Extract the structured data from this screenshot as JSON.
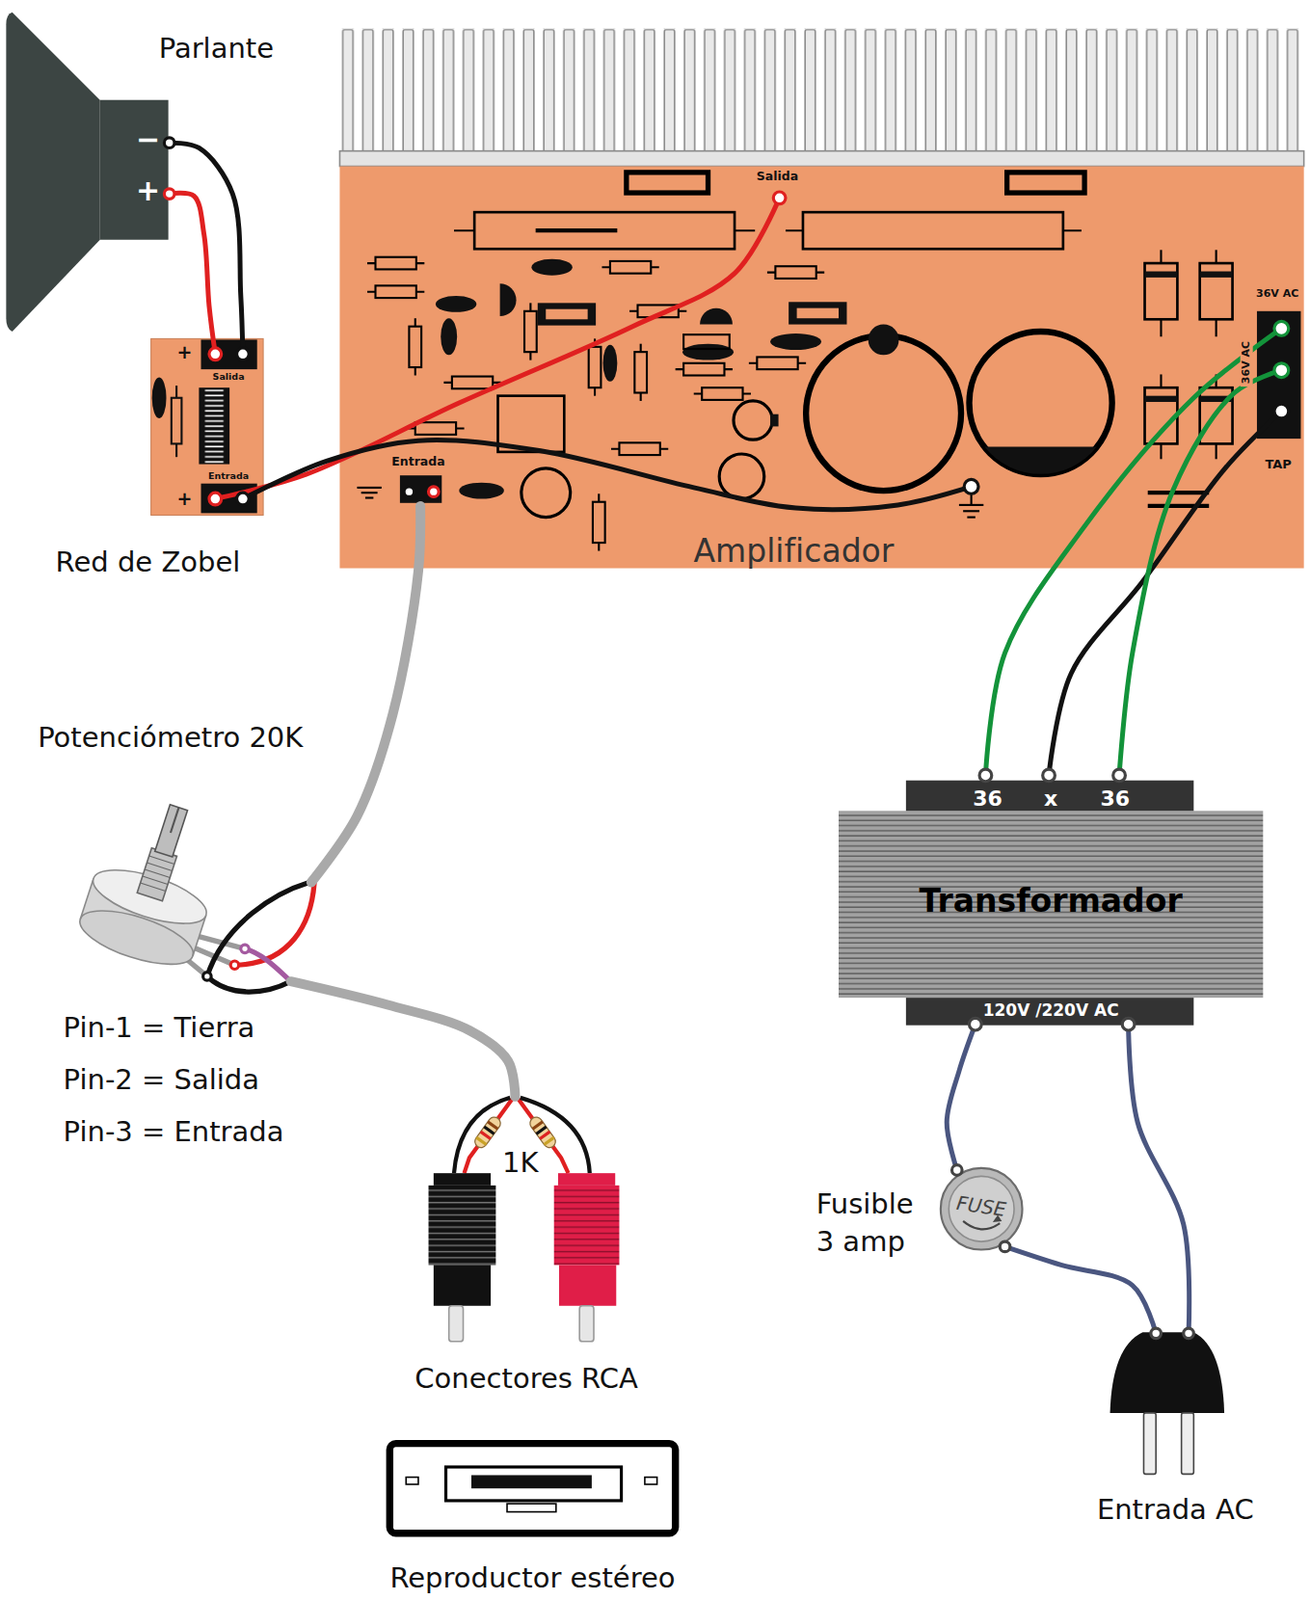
{
  "diagram": {
    "nodes": [
      {
        "text": [
          "Parlante",
          "−",
          "+"
        ]
      },
      {
        "text": [
          "Amplificador",
          "Salida",
          "Entrada",
          "36V AC",
          "36V AC",
          "TAP"
        ]
      },
      {
        "text": [
          "Red de Zobel",
          "+",
          "Salida",
          "Entrada",
          "+"
        ]
      },
      {
        "text": [
          "Potenciómetro 20K"
        ]
      },
      {
        "text": [
          "36",
          "x",
          "36",
          "Transformador",
          "120V /220V AC"
        ]
      },
      {
        "text": [
          "Conectores RCA"
        ]
      },
      {
        "text": [
          "FUSE",
          "Fusible 3 amp"
        ]
      },
      {
        "text": [
          "Reproductor estéreo"
        ]
      },
      {
        "text": [
          "Entrada AC"
        ]
      }
    ],
    "edges": [
      {
        "from": 0,
        "to": 2,
        "arrow": "none"
      },
      {
        "from": 0,
        "to": 2,
        "arrow": "none"
      },
      {
        "from": 2,
        "to": 1,
        "arrow": "none"
      },
      {
        "from": 2,
        "to": 1,
        "arrow": "none"
      },
      {
        "from": 1,
        "to": 3,
        "arrow": "none"
      },
      {
        "from": 3,
        "to": 5,
        "arrow": "none"
      },
      {
        "from": 4,
        "to": 1,
        "arrow": "none"
      },
      {
        "from": 4,
        "to": 1,
        "arrow": "none"
      },
      {
        "from": 4,
        "to": 1,
        "arrow": "none"
      },
      {
        "from": 4,
        "to": 6,
        "arrow": "none"
      },
      {
        "from": 6,
        "to": 8,
        "arrow": "none"
      },
      {
        "from": 4,
        "to": 8,
        "arrow": "none"
      }
    ],
    "labels": [
      "Pin-1 = Tierra",
      "Pin-2 = Salida",
      "Pin-3 = Entrada",
      "1K"
    ]
  }
}
